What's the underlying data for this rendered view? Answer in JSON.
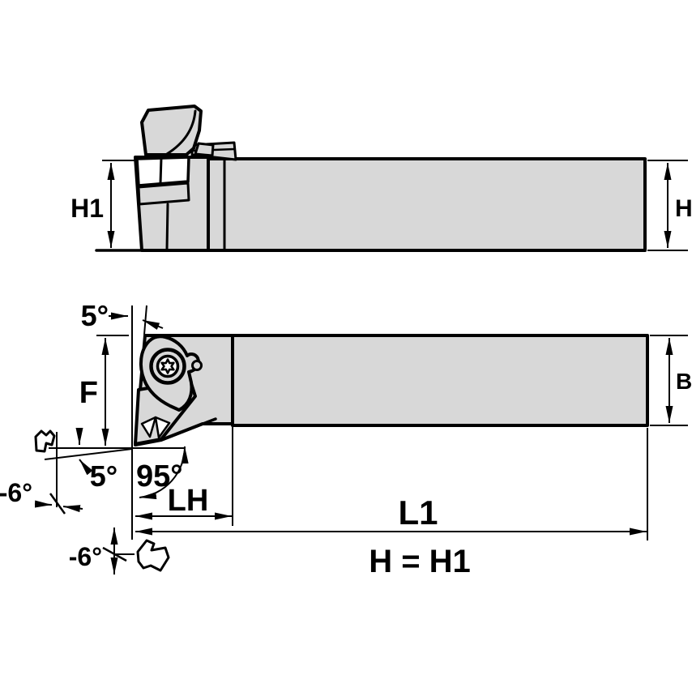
{
  "drawing": {
    "kind": "toolholder-engineering-drawing",
    "colors": {
      "body_fill": "#d8d8d8",
      "line": "#000000",
      "background": "#ffffff"
    },
    "note": "H = H1",
    "side_view": {
      "name": "side elevation view",
      "dims": {
        "h1": "H1",
        "h": "H"
      }
    },
    "top_view": {
      "name": "plan view",
      "dims": {
        "f": "F",
        "b": "B",
        "lh": "LH",
        "l1": "L1",
        "lead_top": "5°",
        "lead_bottom": "5°",
        "entry_angle": "95°",
        "rake_side": "-6°",
        "rake_back": "-6°"
      }
    }
  }
}
